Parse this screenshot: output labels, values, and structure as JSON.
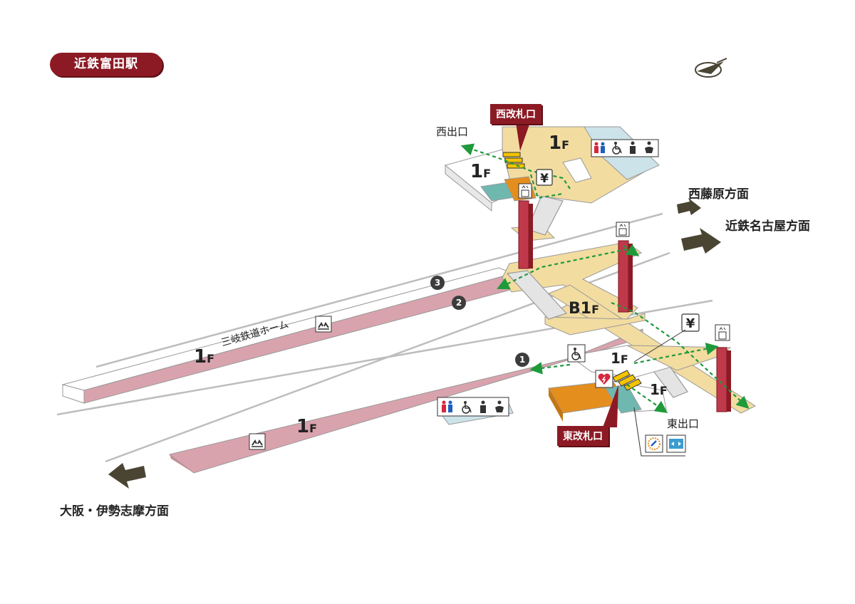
{
  "station": {
    "name": "近鉄富田駅"
  },
  "gates": {
    "west": "西改札口",
    "east": "東改札口"
  },
  "exits": {
    "west": "西出口",
    "east": "東出口"
  },
  "directions": {
    "nishifujiwara": "西藤原方面",
    "kintetsu_nagoya": "近鉄名古屋方面",
    "osaka_ise": "大阪・伊勢志摩方面"
  },
  "platform": {
    "sangi_label": "三岐鉄道ホーム"
  },
  "platform_numbers": {
    "p1": "1",
    "p2": "2",
    "p3": "3"
  },
  "floors": {
    "f1": "1",
    "b1": "B1",
    "f_suffix": "F"
  },
  "icons": {
    "yen": "¥",
    "compass": "compass-icon",
    "elevator": "elevator-icon",
    "restroom": "restroom-icon",
    "wheelchair": "wheelchair-icon",
    "ostomate": "ostomate-icon",
    "baby": "baby-icon",
    "waiting": "waiting-room-icon",
    "aed": "aed-icon",
    "ic_card": "ic-card-icon",
    "transfer": "transfer-icon"
  },
  "colors": {
    "brand": "#8c1a24",
    "concourse": "#f2dca0",
    "platform_pink": "#d9a3ad",
    "orange": "#e48e1e",
    "teal": "#6fb8b0",
    "arrow_dark": "#4a4433",
    "route_green": "#1f9a3b",
    "ticket_gate": "#f5c400"
  }
}
